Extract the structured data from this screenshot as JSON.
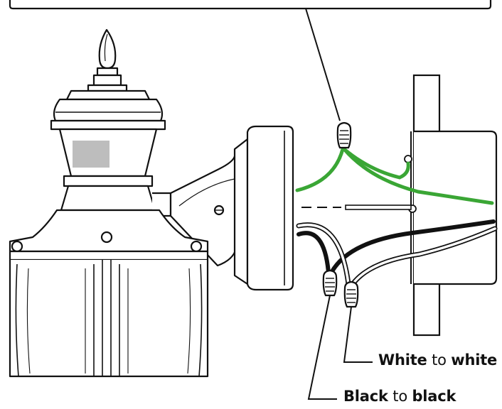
{
  "callouts": {
    "white": {
      "term1": "White",
      "mid": "to",
      "term2": "white"
    },
    "black": {
      "term1": "Black",
      "mid": "to",
      "term2": "black"
    }
  },
  "colors": {
    "ground_wire": "#3aa635",
    "black_wire": "#1a1a1a",
    "white_wire": "#ffffff",
    "line_art": "#111111",
    "shade": "#bdbdbd"
  },
  "icons": {
    "wire_nut": "wire-nut-icon",
    "fixture": "lantern-fixture",
    "junction_box": "junction-box"
  }
}
